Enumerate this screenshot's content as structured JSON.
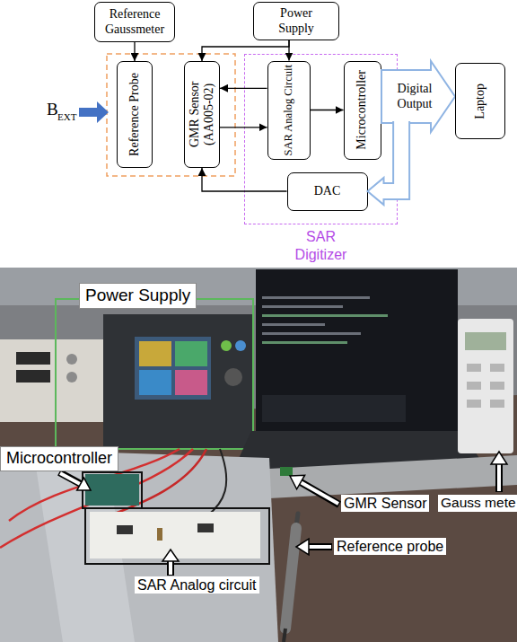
{
  "diagram": {
    "nodes": [
      {
        "text": [
          "Reference Gaussmeter"
        ]
      },
      {
        "text": [
          "Power Supply"
        ]
      },
      {
        "text": [
          "SAR Digitizer"
        ]
      },
      {
        "text": [
          "Reference Probe"
        ]
      },
      {
        "text": [
          "GMR Sensor (AA005-02)"
        ]
      },
      {
        "text": [
          "SAR Analog Circuit"
        ],
        "in": 2
      },
      {
        "text": [
          "Microcontroller"
        ],
        "in": 2
      },
      {
        "text": [
          "Digital Output"
        ]
      },
      {
        "text": [
          "DAC"
        ],
        "in": 2
      },
      {
        "text": [
          "Laptop"
        ]
      }
    ],
    "edges": [
      {
        "from": 0,
        "to": 3,
        "arrow": "to"
      },
      {
        "from": 1,
        "to": 4,
        "arrow": "to"
      },
      {
        "from": 1,
        "to": 5,
        "arrow": "to"
      },
      {
        "from": 5,
        "to": 4,
        "arrow": "to"
      },
      {
        "from": 4,
        "to": 5,
        "arrow": "to"
      },
      {
        "from": 5,
        "to": 6,
        "arrow": "to"
      },
      {
        "from": 7,
        "to": 8,
        "arrow": "to"
      },
      {
        "from": 8,
        "to": 4,
        "arrow": "to"
      }
    ],
    "labels": [
      "B",
      "EXT",
      "Power Supply",
      "Microcontroller",
      "GMR Sensor",
      "Gauss mete",
      "Reference probe",
      "SAR Analog circuit"
    ]
  }
}
